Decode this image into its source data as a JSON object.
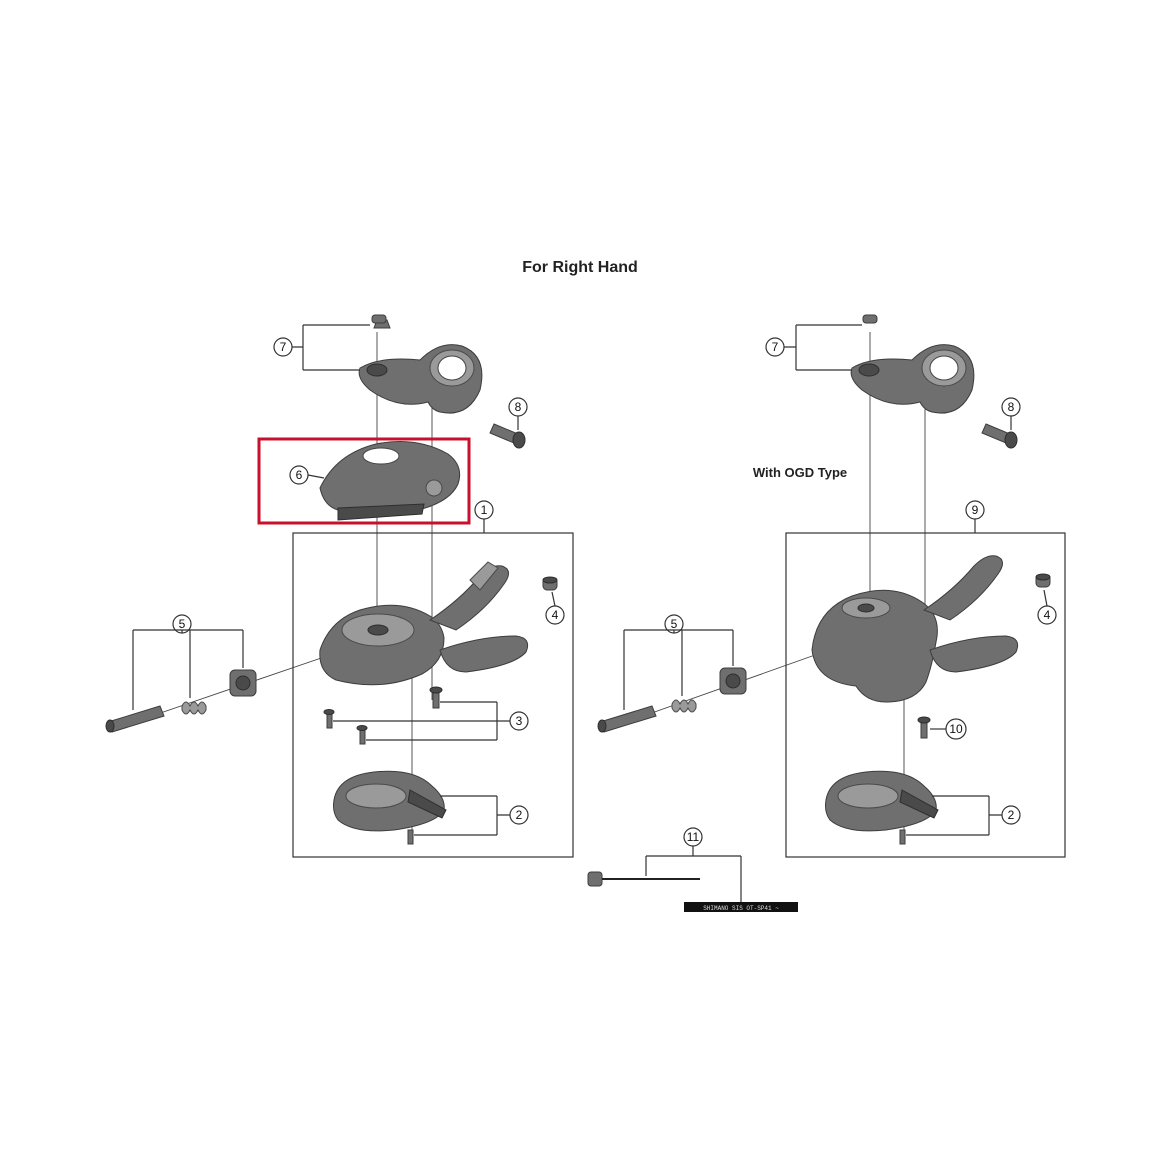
{
  "title": "For Right Hand",
  "ogd_label": "With OGD Type",
  "highlight_color": "#c8102e",
  "callouts": {
    "c1": "1",
    "c2": "2",
    "c3": "3",
    "c4": "4",
    "c5": "5",
    "c6": "6",
    "c7": "7",
    "c8": "8",
    "c9": "9",
    "c10": "10",
    "c11": "11"
  },
  "cable_print": "SHIMANO SIS  OT-SP41 ~"
}
